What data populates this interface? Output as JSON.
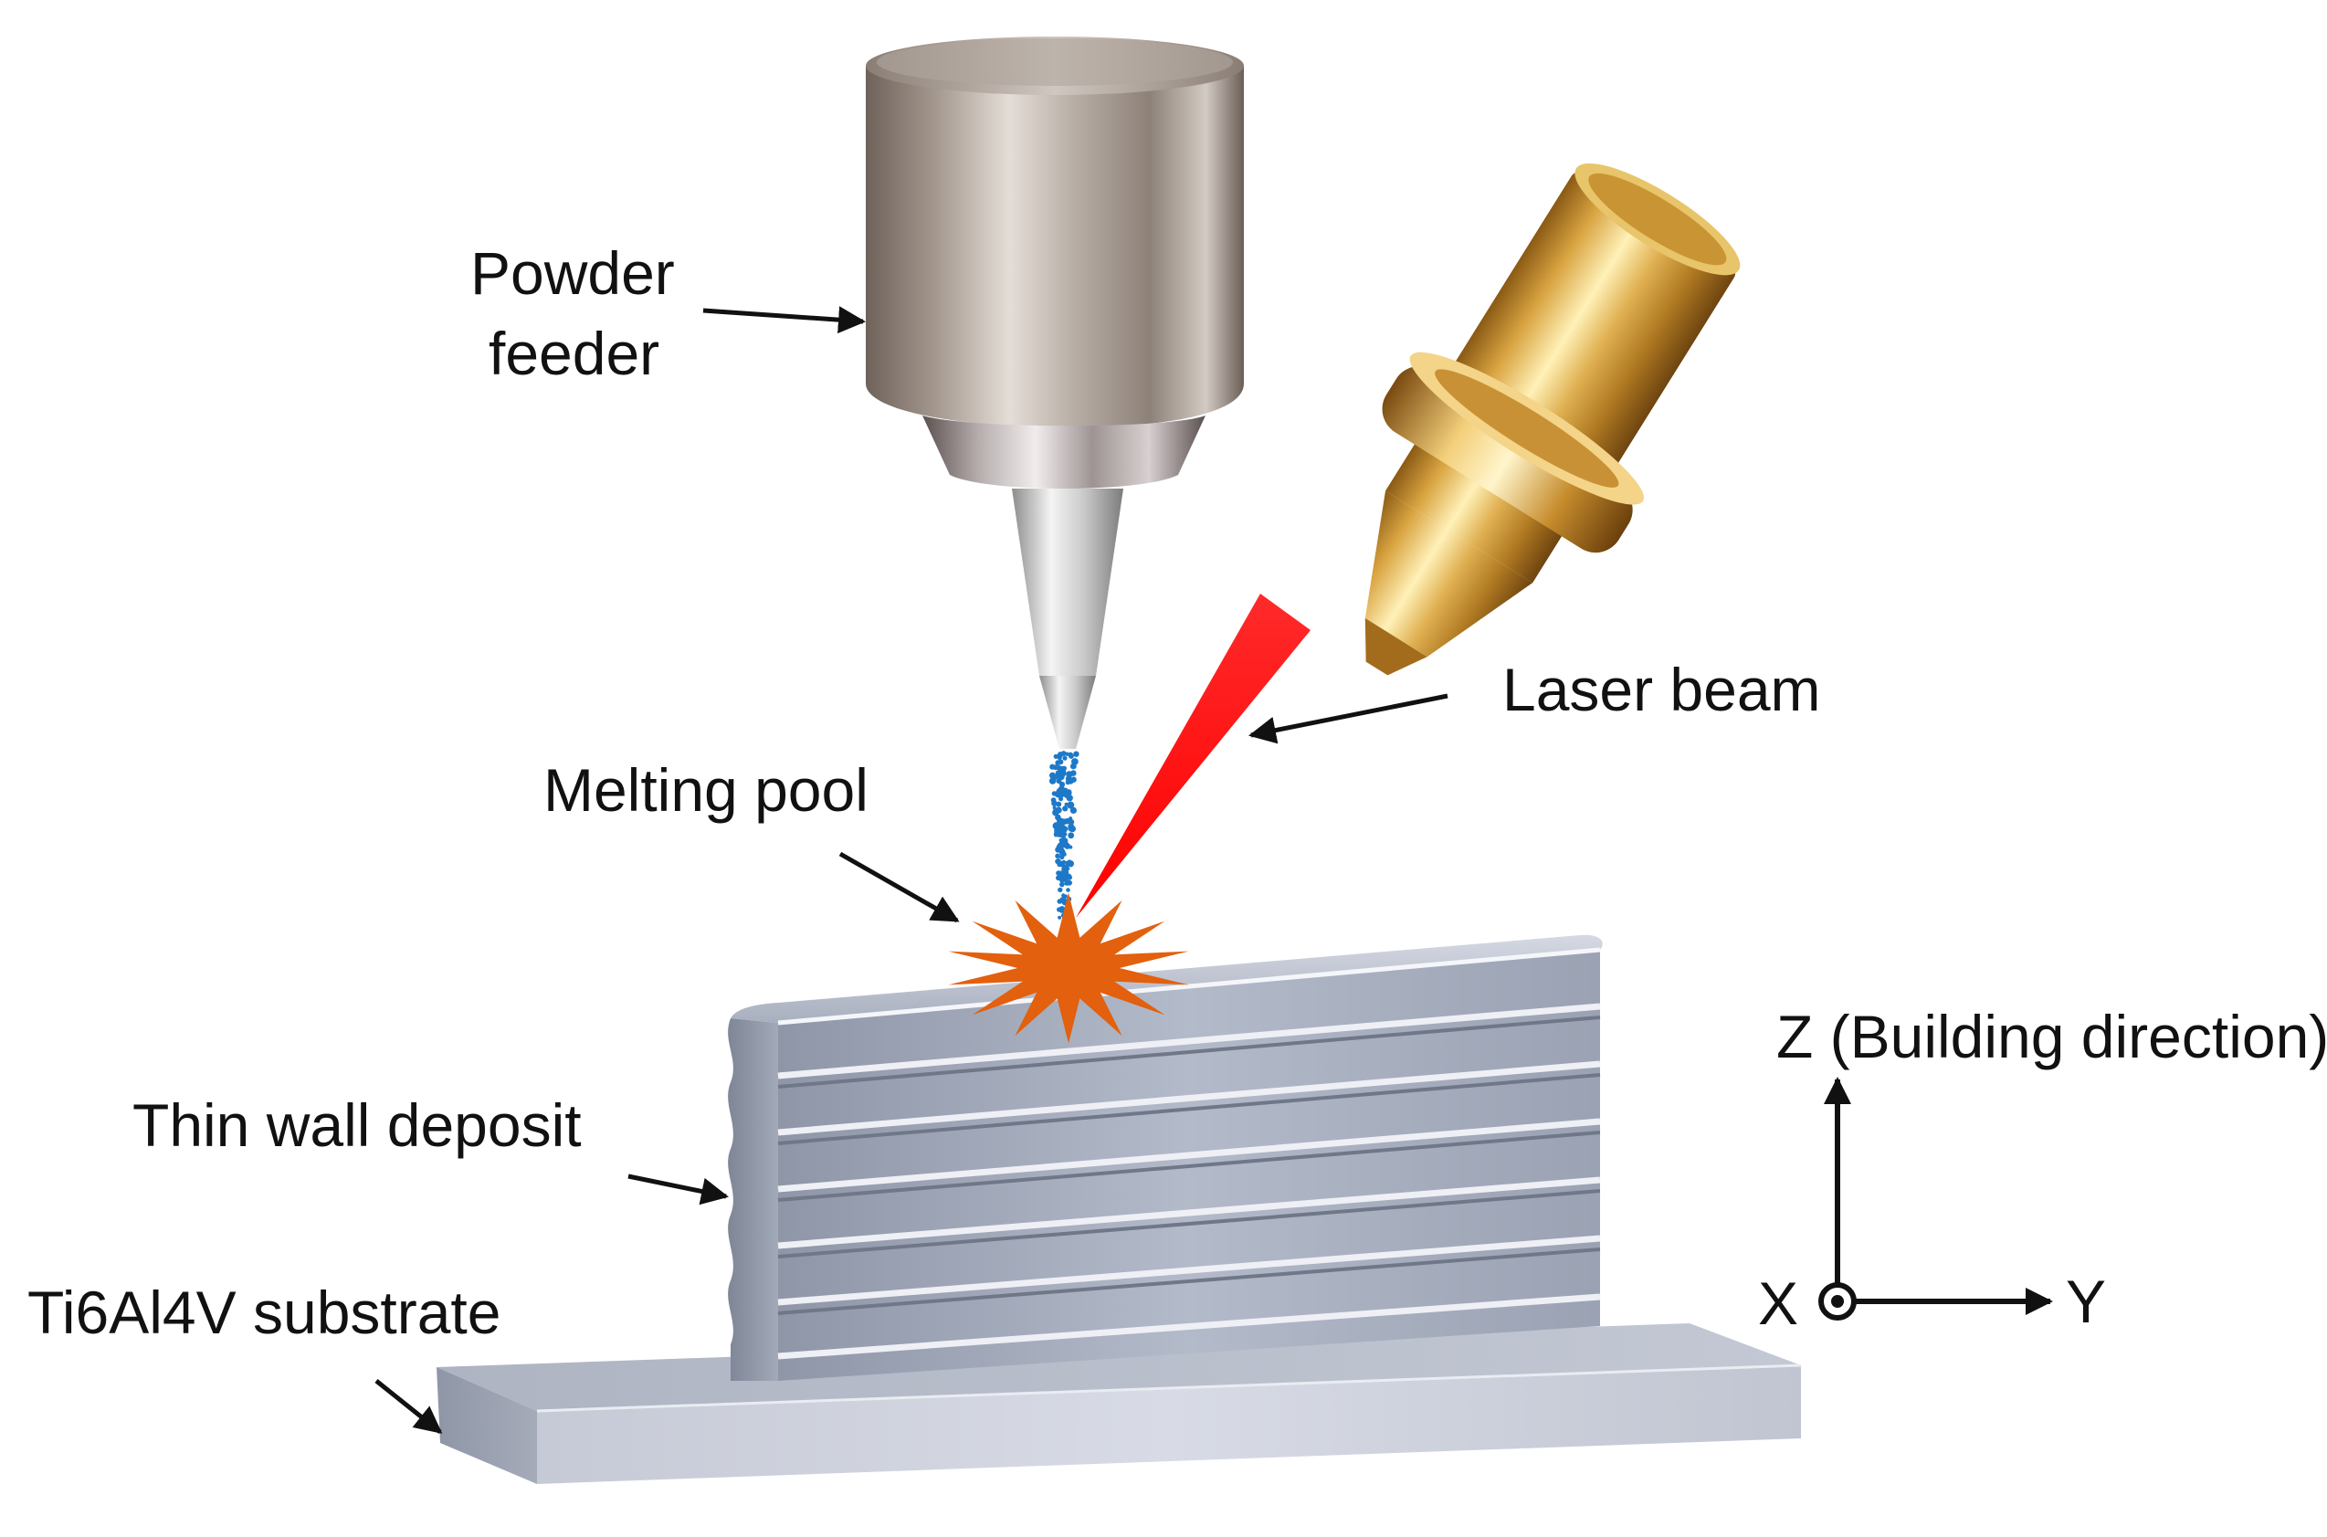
{
  "labels": {
    "powder_feeder_line1": "Powder",
    "powder_feeder_line2": "feeder",
    "laser_beam": "Laser beam",
    "melting_pool": "Melting pool",
    "thin_wall_deposit": "Thin wall deposit",
    "substrate": "Ti6Al4V substrate"
  },
  "axes": {
    "z": "Z (Building direction)",
    "x": "X",
    "y": "Y"
  },
  "colors": {
    "laser": "#ff1010",
    "melt_pool": "#e2600e",
    "powder": "#1e78c8",
    "brass": "#d9a441",
    "steel": "#9a8f86",
    "deposit": "#a9b1c2",
    "substrate": "#c9ceda"
  }
}
